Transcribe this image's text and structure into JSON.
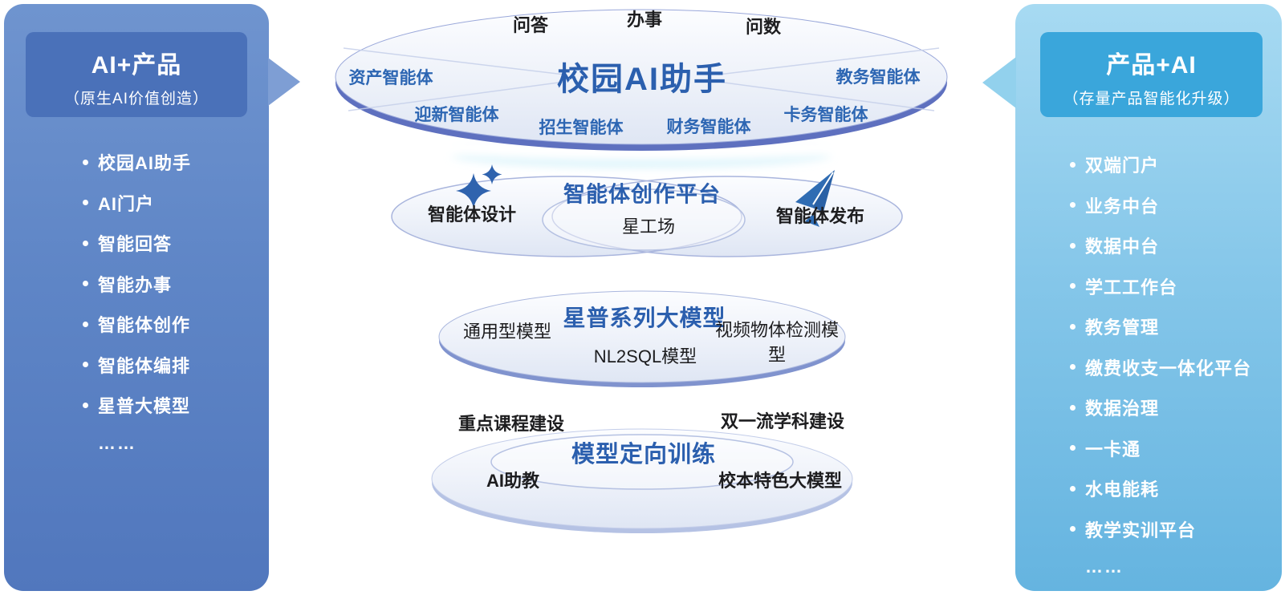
{
  "colors": {
    "left_panel_top": "#6f94cf",
    "left_panel_bottom": "#5177bd",
    "left_header": "#4a71b9",
    "right_panel_top": "#a7daf2",
    "right_panel_bottom": "#65b4e0",
    "right_header": "#3aa6db",
    "title_blue": "#2b5fae",
    "agent_blue": "#2d66b3",
    "text_dark": "#1d1d1f",
    "top_ellipse_rim": "#5e70bf"
  },
  "left_panel": {
    "title": "AI+产品",
    "subtitle": "（原生AI价值创造）",
    "items": [
      "校园AI助手",
      "AI门户",
      "智能回答",
      "智能办事",
      "智能体创作",
      "智能体编排",
      "星普大模型"
    ],
    "more": "……"
  },
  "right_panel": {
    "title": "产品+AI",
    "subtitle": "（存量产品智能化升级）",
    "items": [
      "双端门户",
      "业务中台",
      "数据中台",
      "学工工作台",
      "教务管理",
      "缴费收支一体化平台",
      "数据治理",
      "一卡通",
      "水电能耗",
      "教学实训平台"
    ],
    "more": "……"
  },
  "assistant_ellipse": {
    "title": "校园AI助手",
    "capabilities": [
      "问答",
      "办事",
      "问数"
    ],
    "agents": [
      "资产智能体",
      "教务智能体",
      "迎新智能体",
      "招生智能体",
      "财务智能体",
      "卡务智能体"
    ]
  },
  "creation_platform": {
    "title": "智能体创作平台",
    "left_label": "智能体设计",
    "center_label": "星工场",
    "right_label": "智能体发布",
    "left_icon": "sparkles-icon",
    "right_icon": "paper-plane-icon"
  },
  "model_series": {
    "title": "星普系列大模型",
    "left_label": "通用型模型",
    "center_label": "NL2SQL模型",
    "right_label": "视频物体检测模型"
  },
  "model_training": {
    "title": "模型定向训练",
    "top_left_label": "重点课程建设",
    "top_right_label": "双一流学科建设",
    "bottom_left_label": "AI助教",
    "bottom_right_label": "校本特色大模型"
  }
}
